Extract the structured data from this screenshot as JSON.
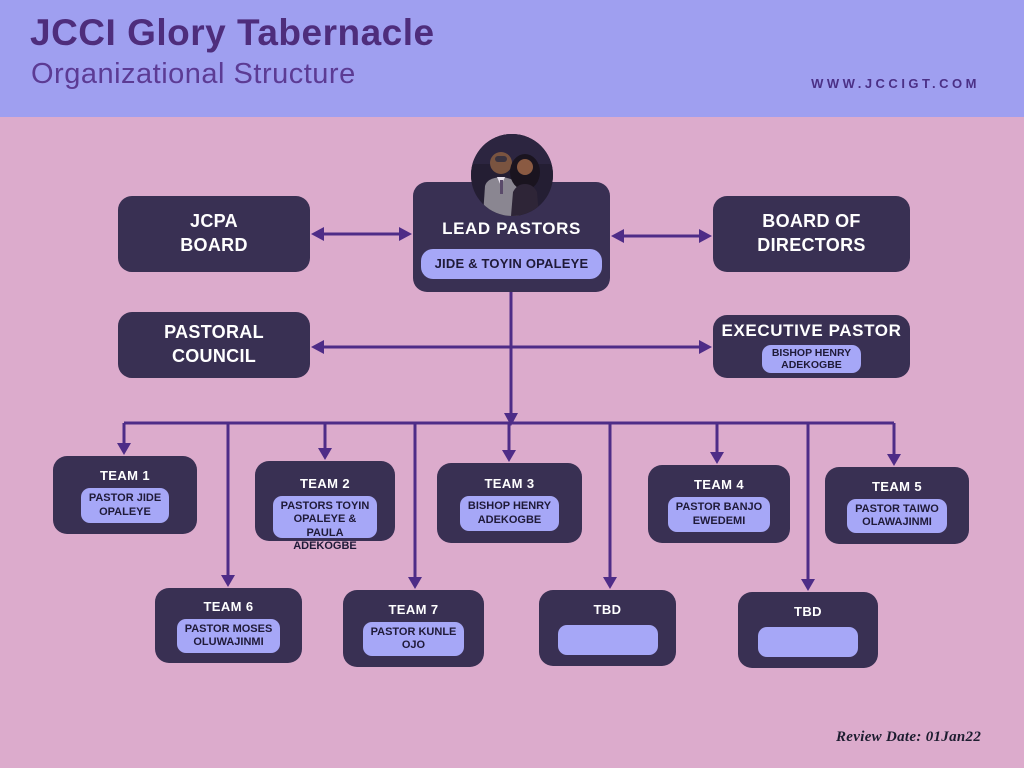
{
  "header": {
    "title": "JCCI Glory Tabernacle",
    "subtitle": "Organizational Structure",
    "website": "WWW.JCCIGT.COM"
  },
  "colors": {
    "header_bg": "#9f9ff0",
    "main_bg": "#dcabcc",
    "box_bg": "#393053",
    "pill_bg": "#a6a7f7",
    "pill_text": "#1f1a38",
    "arrow": "#4e2c87",
    "title": "#4e2d7c",
    "subtitle": "#5c3b94",
    "url": "#4b3086",
    "review": "#1d1d30"
  },
  "icons": {
    "photo": "lead-pastors-photo"
  },
  "chart": {
    "lead": {
      "title": "LEAD PASTORS",
      "names": "JIDE & TOYIN OPALEYE"
    },
    "jcpa": {
      "title": "JCPA\nBOARD"
    },
    "board": {
      "title": "BOARD OF\nDIRECTORS"
    },
    "pastoral": {
      "title": "PASTORAL\nCOUNCIL"
    },
    "executive": {
      "title": "EXECUTIVE PASTOR",
      "names": "BISHOP HENRY\nADEKOGBE"
    },
    "teams": [
      {
        "title": "TEAM 1",
        "names": "PASTOR JIDE\nOPALEYE"
      },
      {
        "title": "TEAM 2",
        "names": "PASTORS TOYIN\nOPALEYE &\nPAULA\nADEKOGBE"
      },
      {
        "title": "TEAM 3",
        "names": "BISHOP HENRY\nADEKOGBE"
      },
      {
        "title": "TEAM 4",
        "names": "PASTOR BANJO\nEWEDEMI"
      },
      {
        "title": "TEAM 5",
        "names": "PASTOR TAIWO\nOLAWAJINMI"
      },
      {
        "title": "TEAM 6",
        "names": "PASTOR MOSES\nOLUWAJINMI"
      },
      {
        "title": "TEAM 7",
        "names": "PASTOR KUNLE\nOJO"
      },
      {
        "title": "TBD",
        "names": ""
      },
      {
        "title": "TBD",
        "names": ""
      }
    ]
  },
  "footer": {
    "review_date": "Review Date: 01Jan22"
  }
}
